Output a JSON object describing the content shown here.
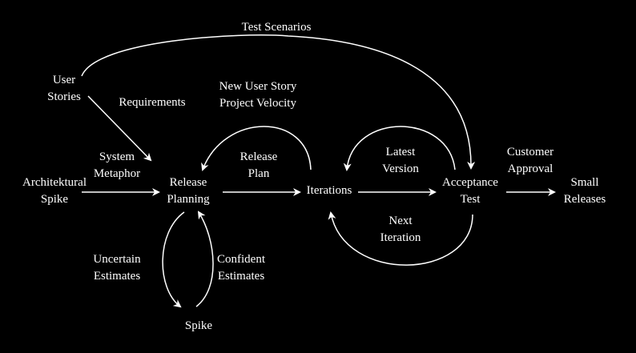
{
  "colors": {
    "background": "#000000",
    "foreground": "#ffffff"
  },
  "nodes": {
    "user_stories": [
      "User",
      "Stories"
    ],
    "architectural_spike": [
      "Architektural",
      "Spike"
    ],
    "release_planning": [
      "Release",
      "Planning"
    ],
    "iterations": "Iterations",
    "acceptance_test": [
      "Acceptance",
      "Test"
    ],
    "small_releases": [
      "Small",
      "Releases"
    ],
    "spike": "Spike"
  },
  "edge_labels": {
    "test_scenarios": "Test Scenarios",
    "requirements": "Requirements",
    "new_user_story": [
      "New User Story",
      "Project Velocity"
    ],
    "system_metaphor": [
      "System",
      "Metaphor"
    ],
    "release_plan": [
      "Release",
      "Plan"
    ],
    "latest_version": [
      "Latest",
      "Version"
    ],
    "next_iteration": [
      "Next",
      "Iteration"
    ],
    "customer_approval": [
      "Customer",
      "Approval"
    ],
    "uncertain_estimates": [
      "Uncertain",
      "Estimates"
    ],
    "confident_estimates": [
      "Confident",
      "Estimates"
    ]
  }
}
